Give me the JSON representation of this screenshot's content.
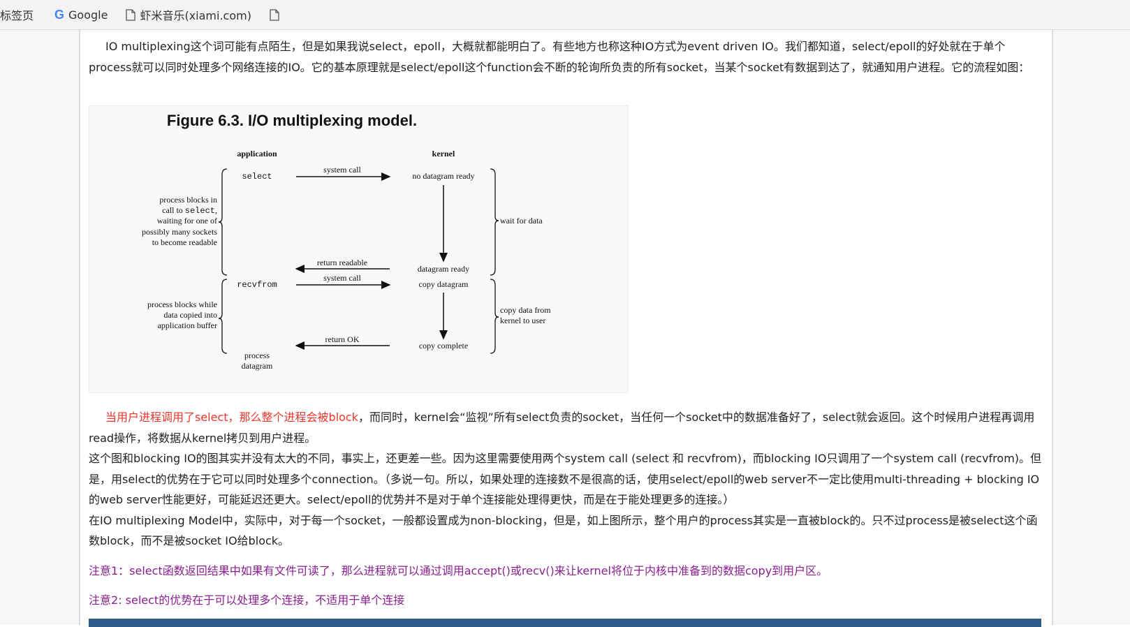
{
  "bookmarks": {
    "items": [
      "标签页",
      "Google",
      "虾米音乐(xiami.com)",
      ""
    ]
  },
  "article": {
    "para1": "IO multiplexing这个词可能有点陌生，但是如果我说select，epoll，大概就都能明白了。有些地方也称这种IO方式为event driven IO。我们都知道，select/epoll的好处就在于单个process就可以同时处理多个网络连接的IO。它的基本原理就是select/epoll这个function会不断的轮询所负责的所有socket，当某个socket有数据到达了，就通知用户进程。它的流程如图：",
    "para2_highlight": "当用户进程调用了select，那么整个进程会被block",
    "para2_rest": "，而同时，kernel会“监视”所有select负责的socket，当任何一个socket中的数据准备好了，select就会返回。这个时候用户进程再调用read操作，将数据从kernel拷贝到用户进程。",
    "para3": "这个图和blocking IO的图其实并没有太大的不同，事实上，还更差一些。因为这里需要使用两个system call (select 和 recvfrom)，而blocking IO只调用了一个system call (recvfrom)。但是，用select的优势在于它可以同时处理多个connection。（多说一句。所以，如果处理的连接数不是很高的话，使用select/epoll的web server不一定比使用multi-threading + blocking IO的web server性能更好，可能延迟还更大。select/epoll的优势并不是对于单个连接能处理得更快，而是在于能处理更多的连接。）",
    "para4": "在IO multiplexing Model中，实际中，对于每一个socket，一般都设置成为non-blocking，但是，如上图所示，整个用户的process其实是一直被block的。只不过process是被select这个函数block，而不是被socket IO给block。",
    "note1": "注意1：select函数返回结果中如果有文件可读了，那么进程就可以通过调用accept()或recv()来让kernel将位于内核中准备到的数据copy到用户区。",
    "note2": "注意2: select的优势在于可以处理多个连接，不适用于单个连接"
  },
  "figure": {
    "title": "Figure 6.3. I/O multiplexing model.",
    "col_application": "application",
    "col_kernel": "kernel",
    "select": "select",
    "recvfrom": "recvfrom",
    "system_call": "system call",
    "system_call_2": "system call",
    "no_datagram_ready": "no datagram ready",
    "datagram_ready": "datagram ready",
    "copy_datagram": "copy datagram",
    "copy_complete": "copy complete",
    "return_readable": "return readable",
    "return_ok": "return OK",
    "process_datagram_1": "process",
    "process_datagram_2": "datagram",
    "wait_for_data": "wait for data",
    "copy_data_1": "copy data from",
    "copy_data_2": "kernel to user",
    "left1_l1": "process blocks in",
    "left1_l2a": "call to ",
    "left1_l2b": "select",
    "left1_l2c": ",",
    "left1_l3": "waiting for one of",
    "left1_l4": "possibly many sockets",
    "left1_l5": "to become readable",
    "left2_l1": "process blocks while",
    "left2_l2": "data copied into",
    "left2_l3": "application buffer"
  },
  "colors": {
    "highlight": "#e8352a",
    "note": "#8a1f8f",
    "bar": "#2e5c8a"
  }
}
